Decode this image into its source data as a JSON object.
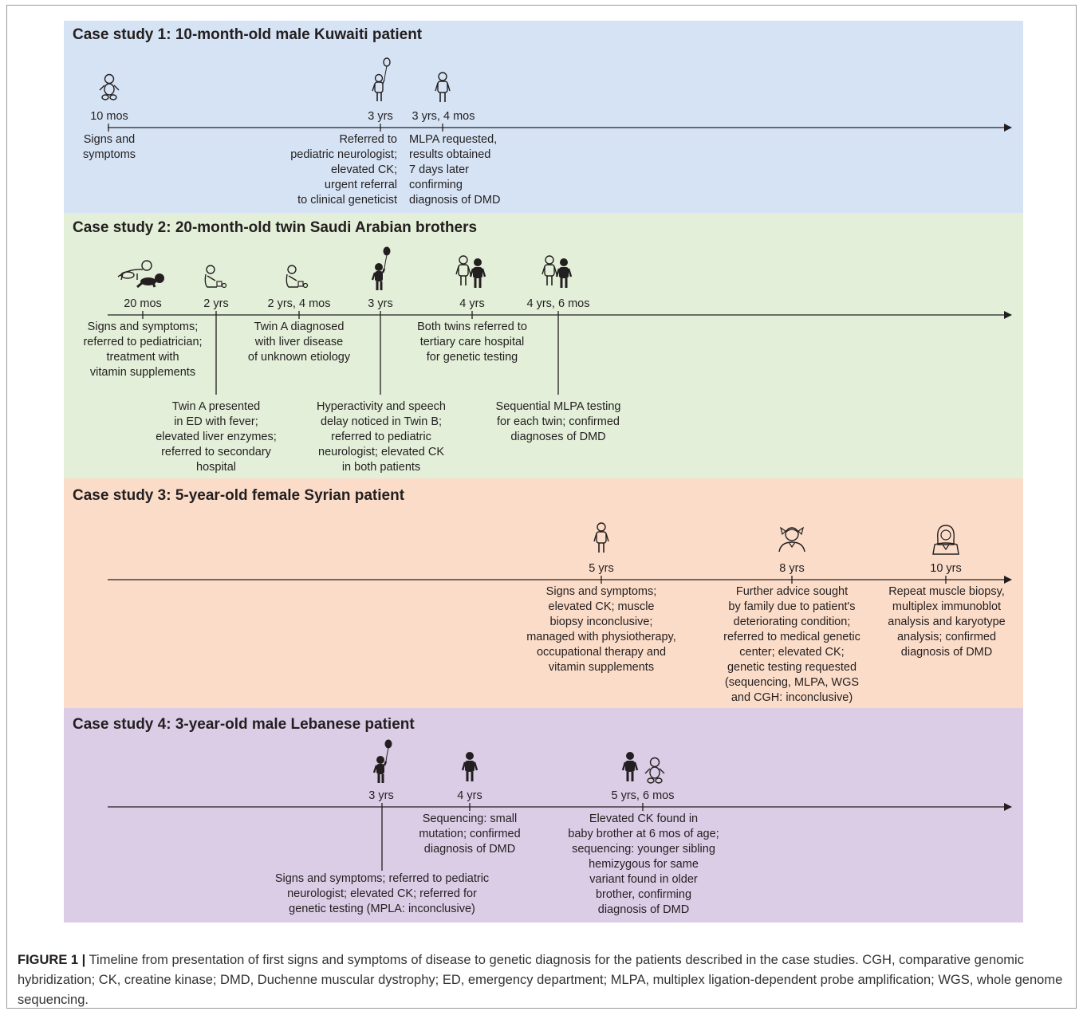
{
  "cases": [
    {
      "title": "Case study 1: 10-month-old male Kuwaiti patient",
      "events": [
        {
          "label": "10 mos",
          "text": "Signs and\nsymptoms",
          "icon": "baby-icon"
        },
        {
          "label": "3 yrs",
          "text": "Referred to\npediatric neurologist;\nelevated CK;\nurgent referral\nto clinical geneticist",
          "icon": "child-balloon-outline-icon"
        },
        {
          "label": "3 yrs, 4 mos",
          "text": "MLPA requested,\nresults obtained\n7 days later\nconfirming\ndiagnosis of DMD",
          "icon": "child-standing-outline-icon"
        }
      ]
    },
    {
      "title": "Case study 2: 20-month-old twin Saudi Arabian brothers",
      "events": [
        {
          "label": "20 mos",
          "text": "Signs and symptoms;\nreferred to pediatrician;\ntreatment with\nvitamin supplements",
          "icon": "crawling-twins-icon"
        },
        {
          "label": "2 yrs",
          "text": "Twin A presented\nin ED with fever;\nelevated liver enzymes;\nreferred to secondary\nhospital",
          "icon": "toddler-blocks-icon"
        },
        {
          "label": "2 yrs, 4 mos",
          "text": "Twin A diagnosed\nwith liver disease\nof unknown etiology",
          "icon": "toddler-blocks-icon"
        },
        {
          "label": "3 yrs",
          "text": "Hyperactivity and speech\ndelay noticed in Twin B;\nreferred to pediatric\nneurologist; elevated CK\nin both patients",
          "icon": "child-balloon-filled-icon"
        },
        {
          "label": "4 yrs",
          "text": "Both twins referred to\ntertiary care hospital\nfor genetic testing",
          "icon": "twins-standing-icon"
        },
        {
          "label": "4 yrs, 6 mos",
          "text": "Sequential MLPA testing\nfor each twin; confirmed\ndiagnoses of DMD",
          "icon": "twins-standing-icon"
        }
      ]
    },
    {
      "title": "Case study 3: 5-year-old female Syrian patient",
      "events": [
        {
          "label": "5 yrs",
          "text": "Signs and symptoms;\nelevated CK; muscle\nbiopsy inconclusive;\nmanaged with physiotherapy,\noccupational therapy and\nvitamin supplements",
          "icon": "child-standing-outline-icon"
        },
        {
          "label": "8 yrs",
          "text": "Further advice sought\nby family due to patient's\ndeteriorating condition;\nreferred to medical genetic\ncenter; elevated CK;\ngenetic testing requested\n(sequencing, MLPA, WGS\nand CGH: inconclusive)",
          "icon": "girl-pigtails-icon"
        },
        {
          "label": "10 yrs",
          "text": "Repeat muscle biopsy,\nmultiplex immunoblot\nanalysis and karyotype\nanalysis; confirmed\ndiagnosis of DMD",
          "icon": "girl-long-hair-icon"
        }
      ]
    },
    {
      "title": "Case study 4: 3-year-old male Lebanese patient",
      "events": [
        {
          "label": "3 yrs",
          "text": "Signs and symptoms; referred to pediatric\nneurologist; elevated CK; referred for\ngenetic testing (MPLA: inconclusive)",
          "icon": "child-balloon-filled-icon"
        },
        {
          "label": "4 yrs",
          "text": "Sequencing: small\nmutation; confirmed\ndiagnosis of DMD",
          "icon": "child-standing-filled-icon"
        },
        {
          "label": "5 yrs, 6 mos",
          "text": "Elevated CK found in\nbaby brother at 6 mos of age;\nsequencing: younger sibling\nhemizygous for same\nvariant found in older\nbrother, confirming\ndiagnosis of DMD",
          "icon": "child-and-baby-icon"
        }
      ]
    }
  ],
  "caption": {
    "label": "FIGURE 1 |",
    "text": " Timeline from presentation of first signs and symptoms of disease to genetic diagnosis for the patients described in the case studies. CGH, comparative genomic hybridization; CK, creatine kinase; DMD, Duchenne muscular dystrophy; ED, emergency department; MLPA, multiplex ligation-dependent probe amplification; WGS, whole genome sequencing."
  }
}
